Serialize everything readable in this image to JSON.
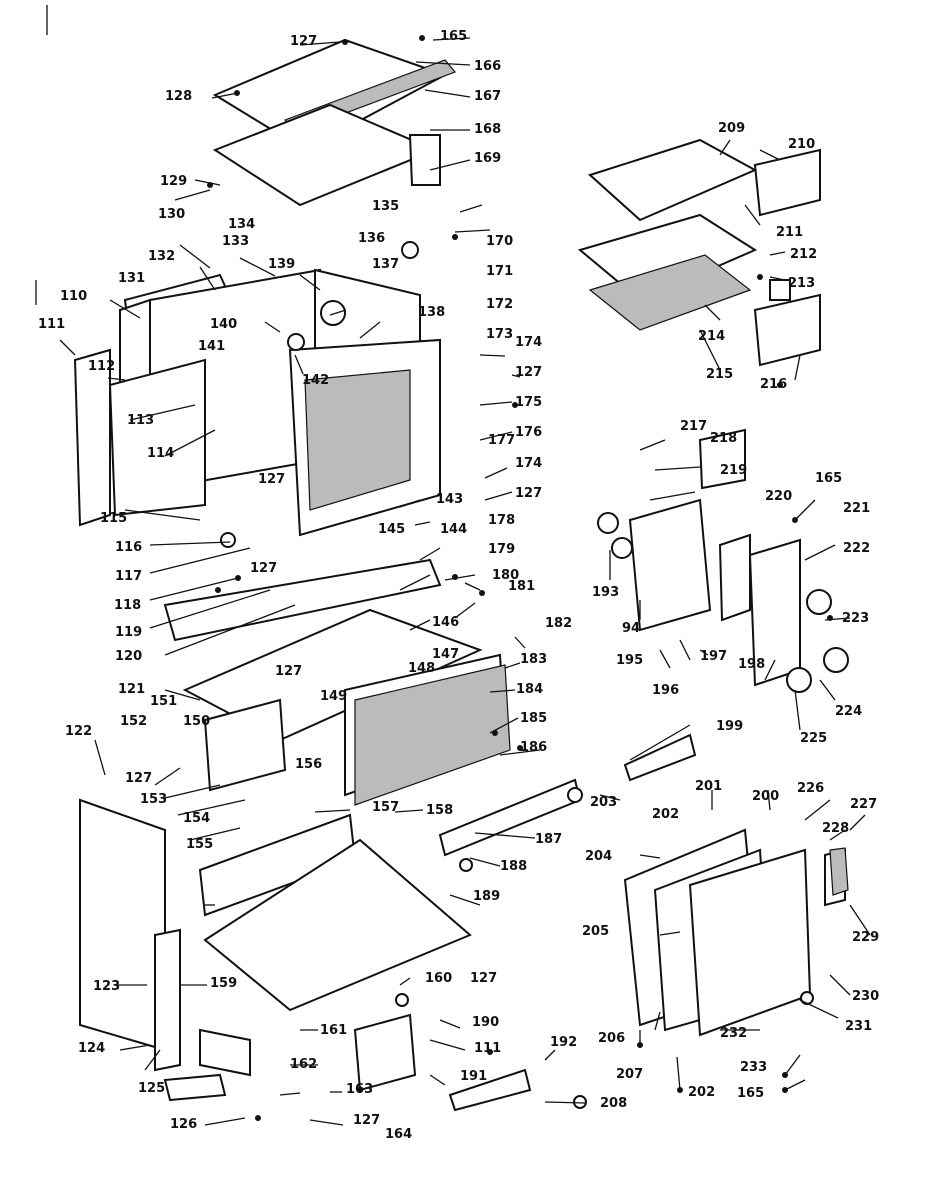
{
  "diagram": {
    "type": "exploded-parts-diagram",
    "line_color": "#111111",
    "background": "#ffffff",
    "labels": [
      "110",
      "111",
      "112",
      "113",
      "114",
      "115",
      "116",
      "117",
      "118",
      "119",
      "120",
      "121",
      "122",
      "123",
      "124",
      "125",
      "126",
      "127",
      "128",
      "129",
      "130",
      "131",
      "132",
      "133",
      "134",
      "135",
      "136",
      "137",
      "138",
      "139",
      "140",
      "141",
      "142",
      "143",
      "144",
      "145",
      "146",
      "147",
      "148",
      "149",
      "150",
      "151",
      "152",
      "153",
      "154",
      "155",
      "156",
      "157",
      "158",
      "159",
      "160",
      "161",
      "162",
      "163",
      "164",
      "165",
      "166",
      "167",
      "168",
      "169",
      "170",
      "171",
      "172",
      "173",
      "174",
      "175",
      "176",
      "177",
      "178",
      "179",
      "180",
      "181",
      "182",
      "183",
      "184",
      "185",
      "186",
      "187",
      "188",
      "189",
      "190",
      "191",
      "192",
      "193",
      "94",
      "195",
      "196",
      "197",
      "198",
      "199",
      "200",
      "201",
      "202",
      "203",
      "204",
      "205",
      "206",
      "207",
      "208",
      "209",
      "210",
      "211",
      "212",
      "213",
      "214",
      "215",
      "216",
      "217",
      "218",
      "219",
      "220",
      "221",
      "222",
      "223",
      "224",
      "225",
      "226",
      "227",
      "228",
      "229",
      "230",
      "231",
      "232",
      "233"
    ]
  }
}
